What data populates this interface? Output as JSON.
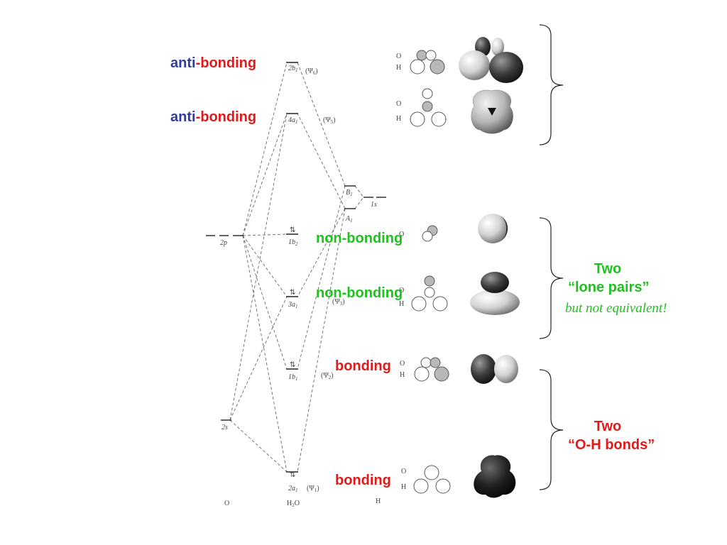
{
  "mo_levels": {
    "2b1": {
      "name": "2b",
      "sub": "1",
      "psi": "(Ψ",
      "psi_sub": "6",
      "close": ")"
    },
    "4a1": {
      "name": "4a",
      "sub": "1",
      "psi": "(Ψ",
      "psi_sub": "5",
      "close": ")"
    },
    "1b2": {
      "name": "1b",
      "sub": "2",
      "arrows": "⇅"
    },
    "3a1": {
      "name": "3a",
      "sub": "1",
      "arrows": "⇅",
      "psi": "(Ψ",
      "psi_sub": "3",
      "close": ")"
    },
    "1b1": {
      "name": "1b",
      "sub": "1",
      "arrows": "⇅",
      "psi": "(Ψ",
      "psi_sub": "2",
      "close": ")"
    },
    "2a1": {
      "name": "2a",
      "sub": "1",
      "arrows": "⇅",
      "psi": "(Ψ",
      "psi_sub": "1",
      "close": ")"
    }
  },
  "atomic_levels": {
    "o_2p": "2p",
    "o_2s": "2s",
    "h_B1": {
      "name": "B",
      "sub": "1"
    },
    "h_A1": {
      "name": "A",
      "sub": "1"
    },
    "h_1s": "1s"
  },
  "axis_labels": {
    "o": "O",
    "h2o": {
      "name": "H",
      "sub": "2",
      "tail": "O"
    },
    "h": "H"
  },
  "orbital_atoms": {
    "o": "O",
    "h": "H"
  },
  "labels": {
    "anti_prefix": "anti",
    "dash": "-",
    "bonding": "bonding",
    "nonbonding": "non-bonding"
  },
  "notes": {
    "lone_pairs": {
      "line1": "Two",
      "line2": "“lone pairs”",
      "line3": "but not equivalent!"
    },
    "oh_bonds": {
      "line1": "Two",
      "line2": "“O-H bonds”"
    }
  },
  "colors": {
    "anti": "#2e3aa8",
    "bonding": "#e01a1a",
    "nonbonding": "#1ec21e"
  }
}
